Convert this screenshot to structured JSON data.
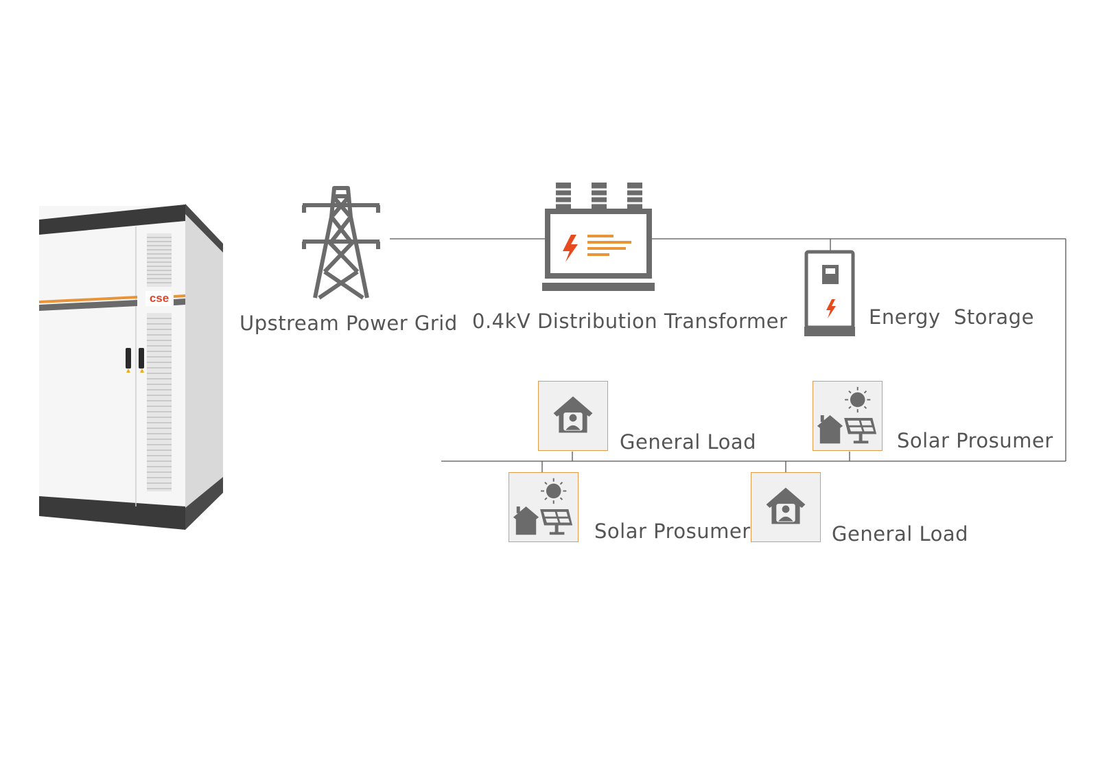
{
  "product": {
    "brand_logo_text": "cse",
    "colors": {
      "body": "#f4f4f4",
      "frame": "#3a3a3a",
      "accent": "#e8943a",
      "stripe": "#666666"
    }
  },
  "diagram": {
    "nodes": {
      "upstream_grid": {
        "label": "Upstream Power Grid",
        "icon": "transmission-tower-icon"
      },
      "transformer": {
        "label": "0.4kV Distribution Transformer",
        "icon": "transformer-icon"
      },
      "energy_storage": {
        "label": "Energy  Storage",
        "icon": "energy-storage-cabinet-icon"
      },
      "general_load_1": {
        "label": "General Load",
        "icon": "house-user-icon"
      },
      "solar_prosumer_1": {
        "label": "Solar Prosumer",
        "icon": "solar-house-icon"
      },
      "solar_prosumer_2": {
        "label": "Solar Prosumer",
        "icon": "solar-house-icon"
      },
      "general_load_2": {
        "label": "General Load",
        "icon": "house-user-icon"
      }
    },
    "colors": {
      "icon_gray": "#6b6b6b",
      "line": "#555555",
      "accent_orange": "#e8943a",
      "bolt_red": "#e84a1f",
      "tile_bg": "#f0f0f0"
    }
  }
}
